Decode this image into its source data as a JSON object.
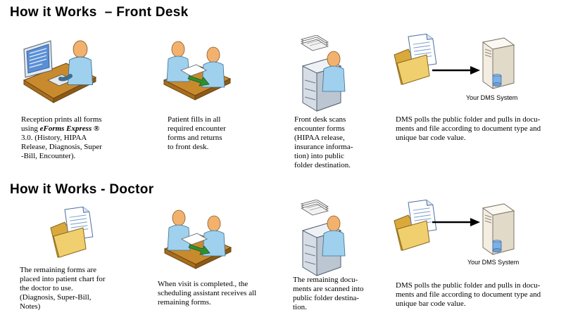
{
  "front_desk": {
    "heading": "How it Works  – Front Desk",
    "steps": [
      {
        "icon": "reception-computer-icon",
        "lines": [
          "Reception prints all forms",
          "using ",
          "eForms Express ®",
          "3.0. (History, HIPAA",
          "Release, Diagnosis, Super",
          "-Bill, Encounter)."
        ]
      },
      {
        "icon": "patient-form-handoff-icon",
        "lines": [
          "Patient fills in all",
          "required encounter",
          "forms and returns",
          "to front desk."
        ]
      },
      {
        "icon": "document-scanner-icon",
        "lines": [
          "Front desk scans",
          "encounter forms",
          "(HIPAA release,",
          "insurance informa-",
          "tion) into public",
          "folder destination."
        ]
      },
      {
        "icon": "folder-to-server-icon",
        "lines": [
          "DMS polls the public folder and pulls in docu-",
          "ments and file according to document type and",
          "unique bar code value."
        ]
      }
    ],
    "server_label": "Your DMS System"
  },
  "doctor": {
    "heading": "How it Works - Doctor",
    "steps": [
      {
        "icon": "folder-document-icon",
        "lines": [
          "The remaining forms are",
          "placed into patient chart for",
          "the doctor to use.",
          "(Diagnosis, Super-Bill,",
          "Notes)"
        ]
      },
      {
        "icon": "patient-form-handoff-icon",
        "lines": [
          "When visit is completed., the",
          "scheduling assistant receives all",
          "remaining forms."
        ]
      },
      {
        "icon": "document-scanner-icon",
        "lines": [
          "The remaining docu-",
          "ments  are scanned into",
          "public folder destina-",
          "tion."
        ]
      },
      {
        "icon": "folder-to-server-icon",
        "lines": [
          "DMS polls the public folder and pulls in docu-",
          "ments and file according to document type and",
          "unique bar code value."
        ]
      }
    ],
    "server_label": "Your DMS System"
  },
  "colors": {
    "person_skin": "#f2b26e",
    "shirt": "#9fd0ee",
    "desk": "#c98a2e",
    "folder": "#e9c46a",
    "arrow_green": "#2f8f2f",
    "scanner": "#d6dde6"
  }
}
